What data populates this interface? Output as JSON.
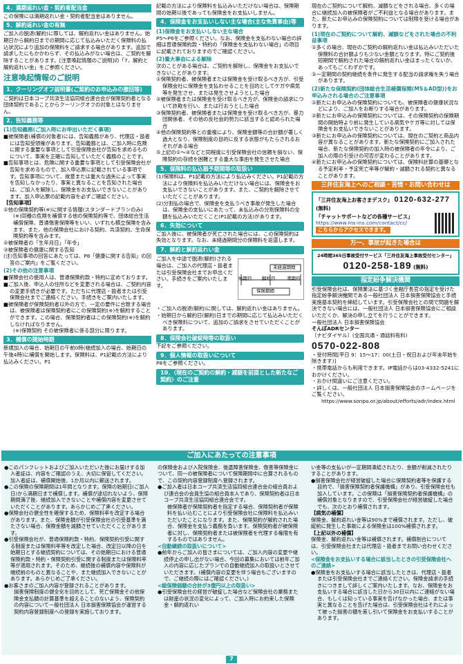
{
  "page": {
    "number": "7"
  },
  "col1": {
    "s4_title": "4．満期返れい金・契約者配当金",
    "s4_body": "この保険には満期返れい金・契約者配当金はありません。",
    "s5_title": "5．解約返れい金の有無",
    "s5_body": "ご加入の脱退(解約)に際しては、解約返れい金はありません。始期日から解約日までの期間に応じて払込みいただく保険料の払込状況により追加の保険料をご請求する場合があります。追加で請求したにもかかわらず、その払込みがない場合は、ご契約を解除することがあります。[注意喚起情報のご説明]の「7．解約と解約返れい金」をご参照ください。",
    "notice_title": "注意喚起情報のご説明",
    "s1_title": "1．クーリングオフ説明書(ご契約のお申込みの撤回等)",
    "s1_body": "ご契約は日本コープ共済生活協同組合連合会が保険契約者となる団体契約であることからクーリングオフの対象とはなりません。",
    "s2_title": "2．告知義務等",
    "s2_sub1": "(1)告知義務(ご加入時にお申出いただく事項)",
    "s2_items": [
      "■被保険者(補償の対象者)には、告知義務があり、代理店・扱者には告知受領権があります。告知義務とは、ご加入時に危険に関する重要な事項として引受保険会社が告知を求めるものについて、事実を正確に告知していただく義務のことです。",
      "■告知事項とは、危険に関する重要な事項として引受保険会社が告知を求めるもので、加入申込票に記載されている事項です。告知事項について、故意または重大な過失によって事実を告知しなかったり、事実と異なることを告知された場合は、ご加入を解除し、保険金をお支払いできないことがあります。加入申込票の記載内容を必ずご確認ください。"
    ],
    "s2_notice_head": "【告知事項】",
    "s2_notice_items": [
      "①他の保険契約等(※)に関する情報(スタンダードプランのみ)",
      "(※)同種の危険を補償する他の保険契約等で、団体総合生活補償保険、普通傷害保険等をいい、いずれも積立保険を含みます。また、他の保険会社における契約、共済契約、生命保険契約等を含みます。",
      "②被保険者の「生年月日」「年令」",
      "③被保険者の健康に関する告知",
      "(注)告知事項の回答にあたっては、P8「健康に関する告知」の回答のご案内」をご覧ください。"
    ],
    "s2_sub2": "(2)その他の注意事項",
    "s2_other": [
      "■保険会社の使用人は、普通保険約款・特約に定めております。",
      "■ご加入後、申込人の住所などを変更される場合は、ご契約内容の変更手続きが必要です。ただちに代理店・扱者または引受保険会社までご連絡ください。手続きをご案内いたします。",
      "■被保険者が保険契約者以外の方で、一定の要件に合致する場合は、被保険者は保険契約者にこの保険契約(※)を解約することができます。この場合、保険契約者はこの保険契約(※)を解約しなければなりません。",
      "(※)保険契約 その被保険者に係る部分に限ります。"
    ],
    "s3_title": "3．補償の開始時期",
    "s3_body": "新規加入の場合、始期日の午前0時(継続加入の場合、始期日の午後4時)に補償を開始します。保険料は、P1記載の方法により払込みください。P1"
  },
  "col2": {
    "intro": "記載の方法により保険料を払込みいただけない場合は、保険期間の始期以後であっても保険金をお支払いしません。",
    "s4_title": "4．保険金をお支払いしない主な場合(主な免責事由)等",
    "s4_sub1": "(1)保険金をお支払いしない主な場合",
    "s4_sub1_body": "P5～P6をご参照ください。なお、保険金を支払わない場合の詳細は普通保険約款・特約の「保険金を支払わない場合」の項目に記載されておりますのでご確認ください。",
    "s4_sub2": "(2)重大事由による解除",
    "s4_sub2_body": "次のことがある場合は、ご契約を解除し、保険金をお支払いできないことがあります。",
    "s4_sub2_items": [
      "①保険契約者、被保険者または保険金を受け取るべき方が、引受保険会社に保険金を支払わせることを目的としてケガや病気等を発生させ、または発生させようとした場合",
      "②被保険者または保険金を受け取るべき方が、保険金の請求について詐欺を行い、または行おうとした場合",
      "③保険契約者、被保険者または保険金を受け取るべき方が、暴力団関係者、その他の反社会的勢力に該当すると認められた場合",
      "④他の保険契約等との重複により、保険金額等の合計額が著しく過大となり、保険制度の目的に反する状態がもたらされるおそれがある場合",
      "⑤上記の①～④などと同程度に引受保険会社の信頼を損ない、保険契約の存続を困難とする重大な事由を発生させた場合"
    ],
    "s5_title": "5．保険料の払込猶予期間等の取扱い",
    "s5_items": [
      "(1)保険料は、P1記載の方法により払込みください。P1記載の方法により保険料を払込みいただけない場合には、保険金をお支払いできないことがあります。また、ご契約を解除させていただくことがあります。",
      "(2)分割払の場合で、保険金を支払うべき事故が発生した場合は、保険金の支払いにあたって、未払込みの分割保険料の全額を払込みいただくこと(P1記載の方法)があります。"
    ],
    "s6_title": "6．失効について",
    "s6_body": "ご加入後に、被保険者が死亡された場合には、この保険契約は失効となります。なお、未経過期間分の保険料を返還します。",
    "s7_title": "7．解約と解約返れい金",
    "s7_lead": "ご加入を中途で脱退(解約)される場合は、ご加入の代理店・扱者または引受保険会社までお申出ください。手続きをご案内いたします。",
    "s7_fig": {
      "label_unexpired": "未経過期間",
      "label_start": "始期日",
      "label_cancel": "解約日",
      "label_end": "満期日",
      "label_period": "保険期間"
    },
    "s7_items": [
      "・ご加入の脱退(解約)に関しては、解約返れい金はありません。",
      "・始期日から解約日(解約)日までの期間に応じて払込みいただくべき保険料について、追加のご請求をさせていただくことがあります。"
    ],
    "s8_title": "8．保険会社破綻時等の取扱い",
    "s8_body": "下記をご参照ください。",
    "s9_title": "9．個人情報の取扱いについて",
    "s9_body": "P8をご参照ください。",
    "s10_title": "10．〈現在のご契約の解約・減額を前提とした新たなご契約〉のご注意"
  },
  "col3": {
    "intro": "現在のご契約について解約、減額などをされる場合、多くの場合に継続加入の被保険者がご不利益となる場合があります。また、新たにお申込みの保険契約については制限を受ける場合があります。",
    "sub1": "(1)現在のご契約について解約、減額などをされた場合の不利益事項",
    "items1": [
      "①多くの場合、現在のご契約の解約返れい金は払込みいただいた保険料の合計額よりも少ない金額となります。特にご契約後短期間で解約された場合の解約返れい金はまったくないか、あってもごくわずかです。",
      "②一定期間の契約継続を条件に発生する配当の請求権を失う場合があります。"
    ],
    "sub2": "(2)新たな保険契約(団体総合生活補償保険(MS＆AD型))をお申込みされる場合のご注意事項",
    "items2": [
      "①新たにお申込みの保険契約についても、被保険者の健康状況などにより、ご加入をお断りする場合があります。",
      "②新たにお申込みの保険契約については、その保険契約の保険期間の開始時より前に発生している病気やケガ等に対しては保険金をお支払いできないことがあります。",
      "③新たにお申込みの保険契約については、現在のご契約と商品内容が異なることがあります。新たな保険契約にご加入された場合、新たな保険契約の加入時の被保険者の年令により、ご加入の際の引受けの可否が変わることがあります。",
      "④新たにお申込みの保険契約については、保険料計算の基礎となる予定利率・予定死亡率等が解約・減額される契約と異なることがあります。"
    ],
    "contact_title": "三井住友海上へのご相談・苦情・お問い合わせは",
    "contact_name": "「三井住友海上お客さまデスク」",
    "contact_phone": "0120-632-277",
    "contact_phone_note": "(無料)",
    "chat_title": "「チャットサポートなどの各種サービス」",
    "chat_url": "https://www.ms-ins.com/contact/cc/",
    "chat_access": "こちらからアクセスできます。",
    "accident_title": "万一、事故が起きた場合は",
    "accident_desk": "24時間365日事故受付サービス「三井住友海上事故受付センター」",
    "accident_phone": "0120-258-189",
    "accident_phone_note": "(無料)",
    "dispute_title": "指定紛争解決機関",
    "dispute_body": "引受保険会社は、保険業法に基づく金融庁長官の指定を受けた指定紛争解決機関である一般社団法人 日本損害保険協会と手続実施基本契約を締結しています。引受保険会社との間で問題を解決できない場合には、一般社団法人 日本損害保険協会にご相談いただくか、解決の申し立てを行うことができます。",
    "dispute_org": "一般社団法人 日本損害保険協会",
    "dispute_center": "そんぽADRセンター",
    "dispute_navi": "〔ナビダイヤル〕(全国共通・通話料有料)",
    "dispute_phone": "0570-022-808",
    "dispute_notes": [
      "・受付時間[平日 9：15～17：00(土日・祝日および年末年始を除きます)]",
      "・携帯電話からも利用できます。IP電話からは03-4332-5241におかけください。",
      "・おかけ間違いにご注意ください。",
      "・詳しくは、一般社団法人 日本損害保険協会のホームページをご覧ください。"
    ],
    "dispute_url": "https://www.sonpo.or.jp/about/efforts/adr/index.html"
  },
  "bottom": {
    "title": "ご加入にあたっての注意事項",
    "col1": [
      "●このパンフレットおよびご加入いただいた後にお届けする加入者証は、内容をご確認のうえ、大切に保管してください。加入者証は、補償開始後、1か月以内に郵送されます。",
      "●この保険の保険期間は1年間となります。保険の始期日(ご加入日)から満期日まで補償します。補償が途切れないよう、保険期間満了後、継続加入できないことや補償内容を変更させていただくことがあります。あらかじめご了承ください。",
      "●保険会社の健全性を確保するため、保険料率を改定する場合があります。また、保険金額が引受保険会社の引受基準を満たさない場合、保険金額を減額させていただくことがあります。",
      "●引受保険会社が、普通保険約款・特約、保険契約引受に関する制度または保険料率等を改定した場合、改定日以降の日を始期日とする継続契約については、その始期日における普通保険約款・特約・保険契約引受に関する制度または保険料率等が適用されます。そのため、継続後の補償内容や保険料が継続前のものと異なることや、また継続加入できないことがあります。あらかじめご了承ください。",
      "●お客さまのご加入内容が登録されることがあります。",
      "損害保険制度の健全化を目的として、死亡保険金その他保険金支払額の計算基準を超えることのないよう、保険契約の内容について一般社団法人 日本損害保険協会が運営する契約内容登録制度への登録を実施しております。"
    ],
    "col2": [
      "の保険金および入院保険金、後遺障害保険金、傷害等保険金について、同一の被保険者について保険期間中に合算されるもので、この契約内容登録制度へ登録されます。",
      "●ご加入者は日本コープ共済生活協同組合連合会の組合員および連合会の会員生協の組合員本人であり、保険契約者は日本コープ共済生活協同組合連合会です。",
      "被保険者が保険契約者を指定する場合、保険契約者が保険料を払い込むことにより引受保険会社に保険料を払込みいただいたことになります。また、保険契約が解約された場合、保険金を支払う義務を負います。保険契約者が被保険者に対し、保険契約者または被保険者を代理する権限を有するものではありません。",
      "<自動継続の取扱いについて>",
      "●前年からご加入の皆さまについては、ご加入内容の変更や継続停止の申し出がない場合、今回の募集においては前年ご加入の内容に応じたプランでの自動継続加入の取扱いとさせていただきます。(補償内容の変更を伴う場合もございますので、ご継続の際にはご確認ください。)",
      "<総保険価額の合計が3億円以上の取扱い>",
      "●引受保険会社の経営が破綻した場合など保険会社の業務または財産の状況の変化によって、ご加入時にお約束した保険金・解約返れい"
    ],
    "col3": [
      "い金等の支払いが一定期間凍結されたり、金額が削減されたりすることがあります。",
      "●損害保険会社が経営破綻した場合に保険契約者等を保護する目的で、「損害保険契約者保護機構」があり、引受保険会社も加入しています。この保険は「損害保険契約者保護機構」の補償対象となりますので、引受保険会社が経営破綻した場合でも、次のとおり補償されます。",
      "【病気の補償】",
      "保険金、解約返れい金等は90%まで補償されます。ただし、破綻前に発生した事故による保険金は100%補償されます。",
      "【上記以外の補償】",
      "保険金、解約返れい金等は補償されます。補償割合については、引受保険会社または代理店・扱者までお問い合わせください。",
      "<保険金をお支払いする場合に該当したときの引受保険会社へのご連絡>",
      "●保険金をお支払いする場合に該当したときは、代理店・扱者または引受保険会社までご連絡ください。保険金請求の手続きにつきまして詳しくご案内いたします。なお、保険金をお支払いする場合に該当した日から30日以内にご連絡がない場合、もしくは知っている事実を告げなかった場合、または事実と異なることを告げた場合は、引受保険会社はそれによって被った損害の額を差し引いて保険金をお支払いすることがあります。"
    ]
  }
}
